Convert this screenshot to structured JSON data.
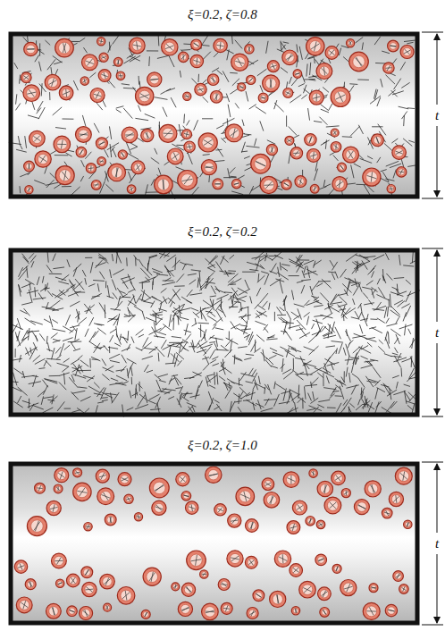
{
  "diagram": {
    "labels": [
      "ξ=0.2, ζ=0.8",
      "t",
      "ξ=0.2, ζ=0.2",
      "t",
      "ξ=0.2, ζ=1.0",
      "t"
    ]
  }
}
